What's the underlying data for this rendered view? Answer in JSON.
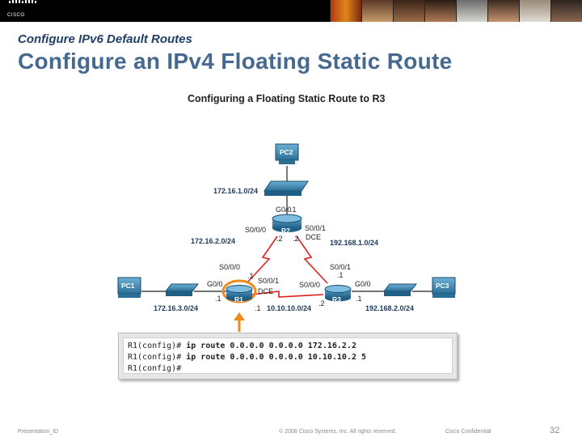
{
  "header": {
    "logo_text": "CISCO",
    "colors": {
      "bar": "#000000",
      "title": "#46698f",
      "subtitle": "#1f3f66"
    }
  },
  "slide": {
    "subtitle": "Configure IPv6 Default Routes",
    "title": "Configure an IPv4 Floating Static Route"
  },
  "diagram": {
    "title": "Configuring a Floating Static Route to R3",
    "devices": {
      "pc1": "PC1",
      "pc2": "PC2",
      "pc3": "PC3",
      "r1": "R1",
      "r2": "R2",
      "r3": "R3"
    },
    "labels": {
      "net_pc2": "172.16.1.0/24",
      "r2_g00": "G0/0",
      "r2_g00_host": ".1",
      "r2_s000": "S0/0/0",
      "r2_s001": "S0/0/1",
      "r2_dce": "DCE",
      "r2_s000_host": ".2",
      "r2_s001_host": ".2",
      "net_r1r2": "172.16.2.0/24",
      "net_r2r3": "192.168.1.0/24",
      "r1_s000": "S0/0/0",
      "r1_s000_host": ".1",
      "r1_g00": "G0/0",
      "r1_s001": "S0/0/1",
      "r1_dce": "DCE",
      "r1_g00_host": ".1",
      "r1_s001_host": ".1",
      "net_pc1": "172.16.3.0/24",
      "net_r1r3": "10.10.10.0/24",
      "r3_s001": "S0/0/1",
      "r3_s001_host": ".1",
      "r3_s000": "S0/0/0",
      "r3_s000_host": ".2",
      "r3_g00": "G0/0",
      "r3_g00_host": ".1",
      "net_pc3": "192.168.2.0/24"
    }
  },
  "cli": {
    "lines": [
      {
        "prompt": "R1(config)# ",
        "command": "ip route 0.0.0.0 0.0.0.0 172.16.2.2"
      },
      {
        "prompt": "R1(config)# ",
        "command": "ip route 0.0.0.0 0.0.0.0 10.10.10.2 5"
      },
      {
        "prompt": "R1(config)#",
        "command": ""
      }
    ]
  },
  "footer": {
    "presentation_id": "Presentation_ID",
    "copyright": "© 2008 Cisco Systems, Inc. All rights reserved.",
    "confidential": "Cisco Confidential",
    "page_number": "32"
  }
}
